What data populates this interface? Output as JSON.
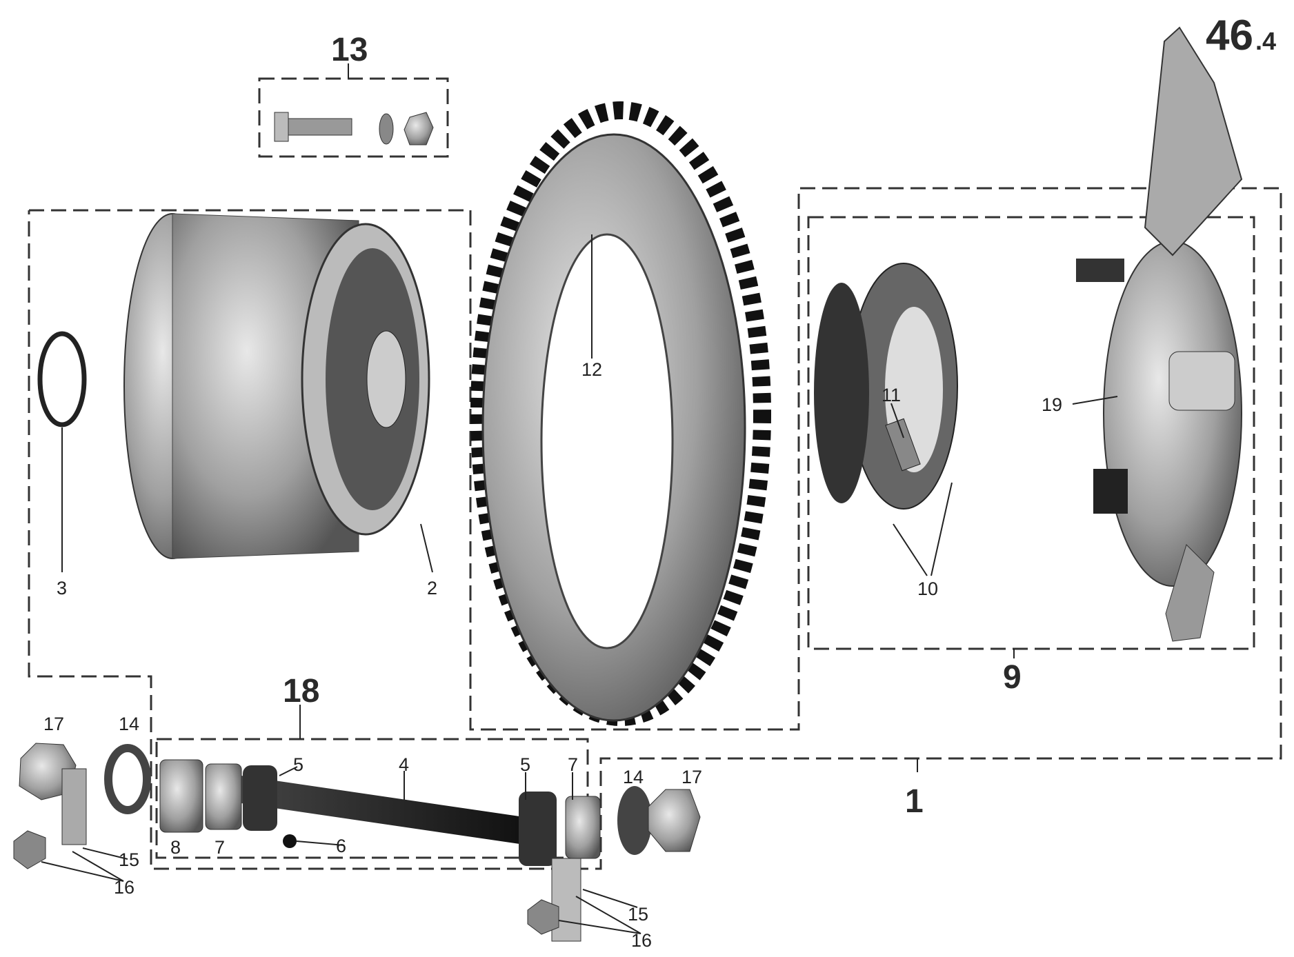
{
  "page_number": {
    "main": "46",
    "sub": ".4"
  },
  "groups": {
    "g13": "13",
    "g18": "18",
    "g9": "9",
    "g1": "1"
  },
  "parts": {
    "p2": "2",
    "p3": "3",
    "p4": "4",
    "p5a": "5",
    "p5b": "5",
    "p6": "6",
    "p7a": "7",
    "p7b": "7",
    "p8": "8",
    "p10": "10",
    "p11": "11",
    "p12": "12",
    "p14a": "14",
    "p14b": "14",
    "p15a": "15",
    "p15b": "15",
    "p16a": "16",
    "p16b": "16",
    "p17a": "17",
    "p17b": "17",
    "p19": "19"
  }
}
